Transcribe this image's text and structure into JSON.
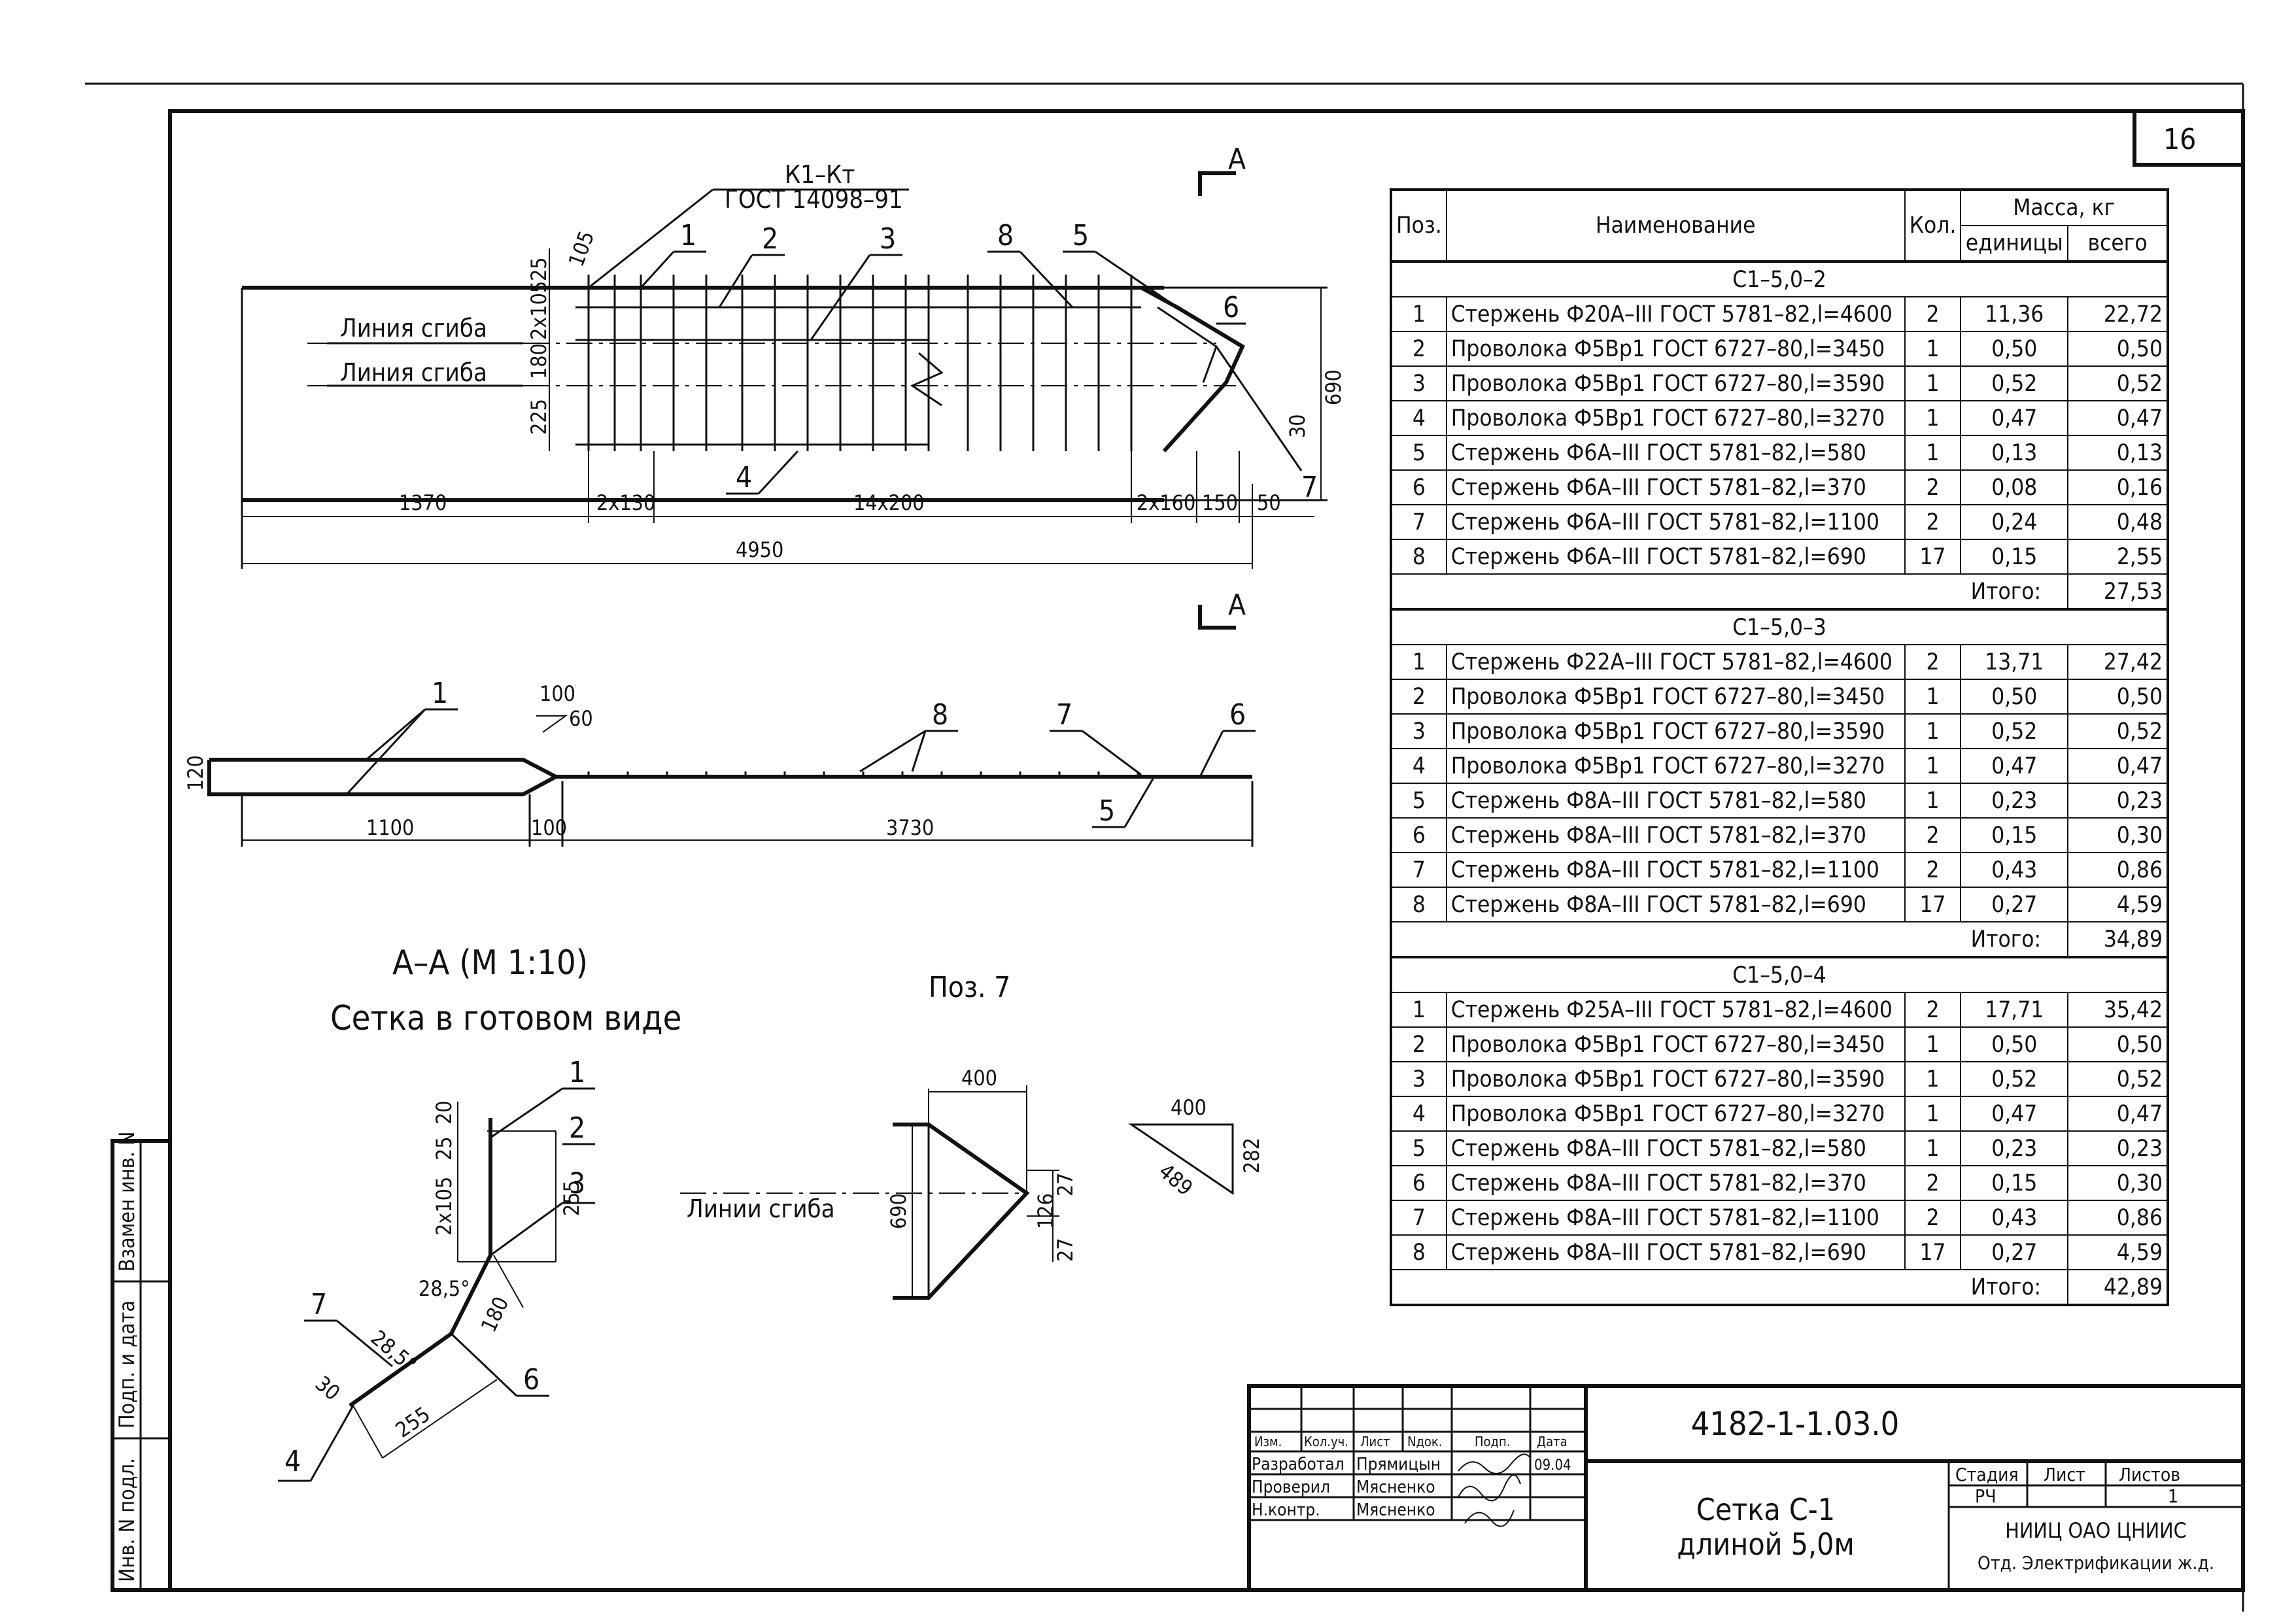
{
  "sheet_number": "16",
  "title_block": {
    "designation": "4182-1-1.03.0",
    "title_line1": "Сетка С-1",
    "title_line2": "длиной 5,0м",
    "col_headers": [
      "Изм.",
      "Кол.уч.",
      "Лист",
      "Nдок.",
      "Подп.",
      "Дата"
    ],
    "rows": [
      {
        "role": "Разработал",
        "name": "Прямицын",
        "date": "09.04"
      },
      {
        "role": "Проверил",
        "name": "Мясненко",
        "date": ""
      },
      {
        "role": "Н.контр.",
        "name": "Мясненко",
        "date": ""
      }
    ],
    "stage_headers": [
      "Стадия",
      "Лист",
      "Листов"
    ],
    "stage": "РЧ",
    "sheet": "",
    "sheets": "1",
    "org_line1": "НИИЦ ОАО ЦНИИС",
    "org_line2": "Отд. Электрификации ж.д."
  },
  "side_stamp": [
    "Инв. N подл.",
    "Подп. и дата",
    "Взамен инв. N"
  ],
  "plan_view": {
    "mark_label": "К1–Кт",
    "gost_label": "ГОСТ 14098–91",
    "section_mark": "А",
    "bend_line_1": "Линия сгиба",
    "bend_line_2": "Линия сгиба",
    "callouts": [
      "1",
      "2",
      "3",
      "4",
      "5",
      "6",
      "7",
      "8"
    ],
    "dim_left": [
      "25",
      "2x105",
      "180",
      "225"
    ],
    "dim_angle": "105",
    "dim_height": "690",
    "dim_small": "30",
    "dim_bottom": [
      "1370",
      "2x130",
      "14x200",
      "2x160",
      "150",
      "50"
    ],
    "dim_total": "4950"
  },
  "side_view": {
    "callouts": [
      "1",
      "8",
      "7",
      "6",
      "5"
    ],
    "weld_top": "100",
    "weld_side": "60",
    "dim_height": "120",
    "dims": [
      "1100",
      "100",
      "3730"
    ]
  },
  "section_view": {
    "title": "А–А (М 1:10)",
    "subtitle": "Сетка в готовом виде",
    "callouts": [
      "1",
      "2",
      "3",
      "7",
      "6",
      "4"
    ],
    "dims_vertical": [
      "25",
      "20",
      "2x105",
      "255"
    ],
    "dims_angled": [
      "28,5°",
      "28,5°",
      "180",
      "30",
      "255"
    ]
  },
  "pos7_view": {
    "title": "Поз. 7",
    "bend_lines": "Линии сгиба",
    "dims": [
      "400",
      "690",
      "27",
      "126",
      "27"
    ],
    "triangle": [
      "400",
      "282",
      "489"
    ]
  },
  "spec_table": {
    "headers": {
      "pos": "Поз.",
      "name": "Наименование",
      "qty": "Кол.",
      "mass": "Масса, кг",
      "unit": "единицы",
      "total": "всего"
    },
    "total_label": "Итого:",
    "groups": [
      {
        "title": "С1–5,0–2",
        "rows": [
          {
            "pos": "1",
            "name": "Стержень Ф20А–III ГОСТ 5781–82,l=4600",
            "qty": "2",
            "unit": "11,36",
            "total": "22,72"
          },
          {
            "pos": "2",
            "name": "Проволока Ф5Вр1 ГОСТ 6727–80,l=3450",
            "qty": "1",
            "unit": "0,50",
            "total": "0,50"
          },
          {
            "pos": "3",
            "name": "Проволока Ф5Вр1 ГОСТ 6727–80,l=3590",
            "qty": "1",
            "unit": "0,52",
            "total": "0,52"
          },
          {
            "pos": "4",
            "name": "Проволока Ф5Вр1 ГОСТ 6727–80,l=3270",
            "qty": "1",
            "unit": "0,47",
            "total": "0,47"
          },
          {
            "pos": "5",
            "name": "Стержень Ф6А–III ГОСТ 5781–82,l=580",
            "qty": "1",
            "unit": "0,13",
            "total": "0,13"
          },
          {
            "pos": "6",
            "name": "Стержень Ф6А–III ГОСТ 5781–82,l=370",
            "qty": "2",
            "unit": "0,08",
            "total": "0,16"
          },
          {
            "pos": "7",
            "name": "Стержень Ф6А–III ГОСТ 5781–82,l=1100",
            "qty": "2",
            "unit": "0,24",
            "total": "0,48"
          },
          {
            "pos": "8",
            "name": "Стержень Ф6А–III ГОСТ 5781–82,l=690",
            "qty": "17",
            "unit": "0,15",
            "total": "2,55"
          }
        ],
        "total": "27,53"
      },
      {
        "title": "С1–5,0–3",
        "rows": [
          {
            "pos": "1",
            "name": "Стержень Ф22А–III ГОСТ 5781–82,l=4600",
            "qty": "2",
            "unit": "13,71",
            "total": "27,42"
          },
          {
            "pos": "2",
            "name": "Проволока Ф5Вр1 ГОСТ 6727–80,l=3450",
            "qty": "1",
            "unit": "0,50",
            "total": "0,50"
          },
          {
            "pos": "3",
            "name": "Проволока Ф5Вр1 ГОСТ 6727–80,l=3590",
            "qty": "1",
            "unit": "0,52",
            "total": "0,52"
          },
          {
            "pos": "4",
            "name": "Проволока Ф5Вр1 ГОСТ 6727–80,l=3270",
            "qty": "1",
            "unit": "0,47",
            "total": "0,47"
          },
          {
            "pos": "5",
            "name": "Стержень Ф8А–III ГОСТ 5781–82,l=580",
            "qty": "1",
            "unit": "0,23",
            "total": "0,23"
          },
          {
            "pos": "6",
            "name": "Стержень Ф8А–III ГОСТ 5781–82,l=370",
            "qty": "2",
            "unit": "0,15",
            "total": "0,30"
          },
          {
            "pos": "7",
            "name": "Стержень Ф8А–III ГОСТ 5781–82,l=1100",
            "qty": "2",
            "unit": "0,43",
            "total": "0,86"
          },
          {
            "pos": "8",
            "name": "Стержень Ф8А–III ГОСТ 5781–82,l=690",
            "qty": "17",
            "unit": "0,27",
            "total": "4,59"
          }
        ],
        "total": "34,89"
      },
      {
        "title": "С1–5,0–4",
        "rows": [
          {
            "pos": "1",
            "name": "Стержень Ф25А–III ГОСТ 5781–82,l=4600",
            "qty": "2",
            "unit": "17,71",
            "total": "35,42"
          },
          {
            "pos": "2",
            "name": "Проволока Ф5Вр1 ГОСТ 6727–80,l=3450",
            "qty": "1",
            "unit": "0,50",
            "total": "0,50"
          },
          {
            "pos": "3",
            "name": "Проволока Ф5Вр1 ГОСТ 6727–80,l=3590",
            "qty": "1",
            "unit": "0,52",
            "total": "0,52"
          },
          {
            "pos": "4",
            "name": "Проволока Ф5Вр1 ГОСТ 6727–80,l=3270",
            "qty": "1",
            "unit": "0,47",
            "total": "0,47"
          },
          {
            "pos": "5",
            "name": "Стержень Ф8А–III ГОСТ 5781–82,l=580",
            "qty": "1",
            "unit": "0,23",
            "total": "0,23"
          },
          {
            "pos": "6",
            "name": "Стержень Ф8А–III ГОСТ 5781–82,l=370",
            "qty": "2",
            "unit": "0,15",
            "total": "0,30"
          },
          {
            "pos": "7",
            "name": "Стержень Ф8А–III ГОСТ 5781–82,l=1100",
            "qty": "2",
            "unit": "0,43",
            "total": "0,86"
          },
          {
            "pos": "8",
            "name": "Стержень Ф8А–III ГОСТ 5781–82,l=690",
            "qty": "17",
            "unit": "0,27",
            "total": "4,59"
          }
        ],
        "total": "42,89"
      }
    ]
  }
}
